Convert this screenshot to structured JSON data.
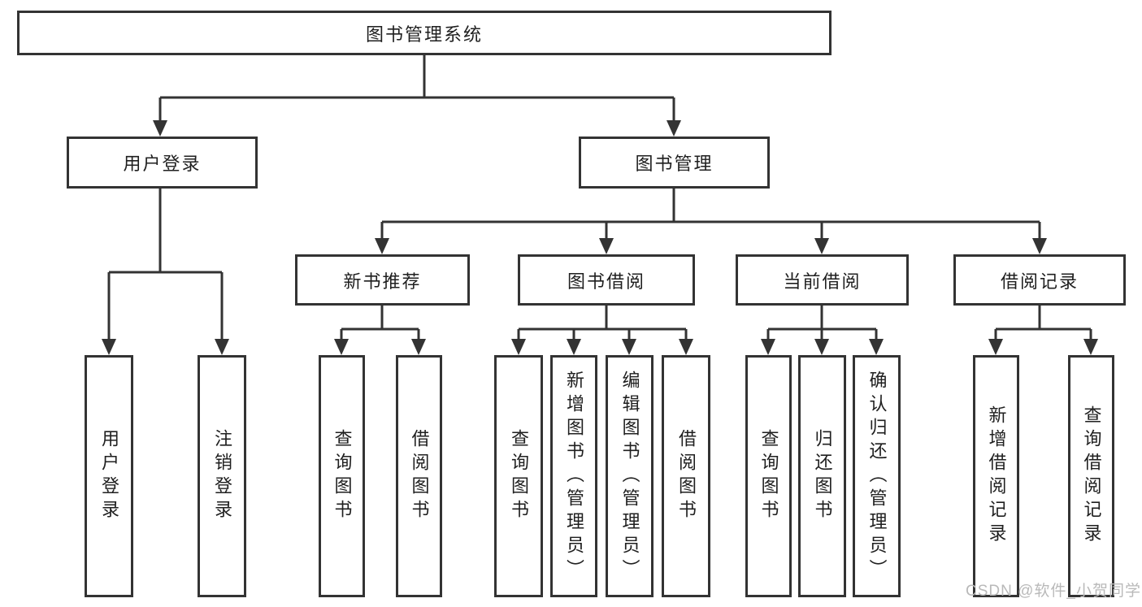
{
  "diagram": {
    "root": {
      "label": "图书管理系统"
    },
    "branches": {
      "user_login": {
        "label": "用户登录",
        "children": [
          {
            "label": "用户登录"
          },
          {
            "label": "注销登录"
          }
        ]
      },
      "book_mgmt": {
        "label": "图书管理",
        "groups": [
          {
            "label": "新书推荐",
            "children": [
              {
                "label": "查询图书"
              },
              {
                "label": "借阅图书"
              }
            ]
          },
          {
            "label": "图书借阅",
            "children": [
              {
                "label": "查询图书"
              },
              {
                "label": "新增图书（管理员）"
              },
              {
                "label": "编辑图书（管理员）"
              },
              {
                "label": "借阅图书"
              }
            ]
          },
          {
            "label": "当前借阅",
            "children": [
              {
                "label": "查询图书"
              },
              {
                "label": "归还图书"
              },
              {
                "label": "确认归还（管理员）"
              }
            ]
          },
          {
            "label": "借阅记录",
            "children": [
              {
                "label": "新增借阅记录"
              },
              {
                "label": "查询借阅记录"
              }
            ]
          }
        ]
      }
    }
  },
  "watermark": {
    "text": "CSDN @软件_小贺同学"
  },
  "colors": {
    "line": "#333333",
    "box_border": "#333333",
    "box_bg": "#ffffff",
    "text": "#1f1f1f",
    "watermark": "#b9b9b9"
  }
}
